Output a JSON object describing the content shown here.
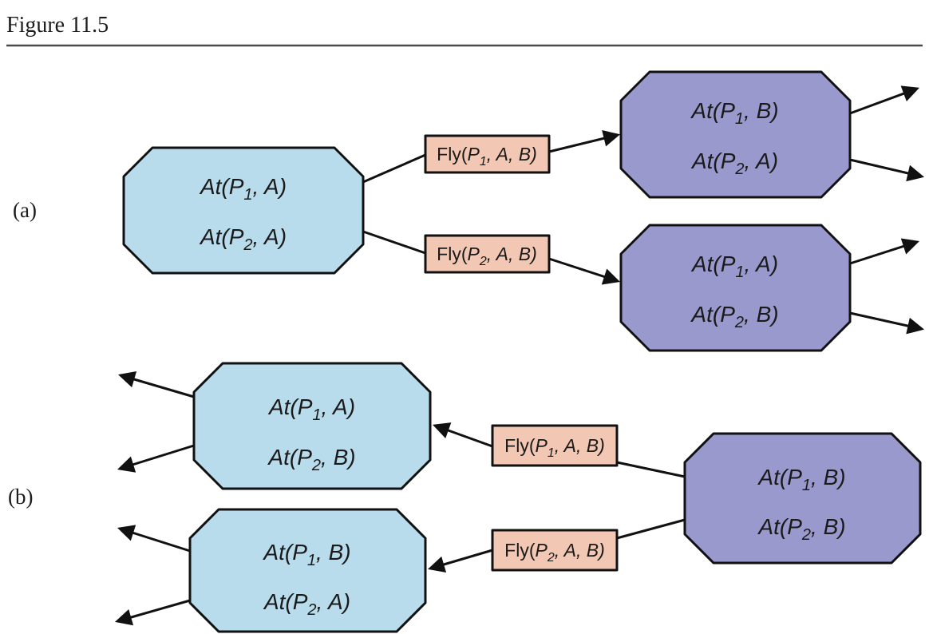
{
  "figure": {
    "title": "Figure 11.5"
  },
  "colors": {
    "initial_state_fill": "#b9dcec",
    "result_state_fill": "#9a99cd",
    "action_fill": "#f2c7b3",
    "outline": "#111111"
  },
  "panel_a": {
    "label": "(a)",
    "initial_state": {
      "lines": [
        {
          "pre": "At(P",
          "sub": "1",
          "post": ", A)"
        },
        {
          "pre": "At(P",
          "sub": "2",
          "post": ", A)"
        }
      ]
    },
    "action_1": {
      "fn": "Fly(",
      "arg": "P",
      "sub": "1",
      "rest": ", A, B)"
    },
    "action_2": {
      "fn": "Fly(",
      "arg": "P",
      "sub": "2",
      "rest": ", A, B)"
    },
    "result_1": {
      "lines": [
        {
          "pre": "At(P",
          "sub": "1",
          "post": ", B)"
        },
        {
          "pre": "At(P",
          "sub": "2",
          "post": ", A)"
        }
      ]
    },
    "result_2": {
      "lines": [
        {
          "pre": "At(P",
          "sub": "1",
          "post": ", A)"
        },
        {
          "pre": "At(P",
          "sub": "2",
          "post": ", B)"
        }
      ]
    }
  },
  "panel_b": {
    "label": "(b)",
    "predecessor_1": {
      "lines": [
        {
          "pre": "At(P",
          "sub": "1",
          "post": ", A)"
        },
        {
          "pre": "At(P",
          "sub": "2",
          "post": ", B)"
        }
      ]
    },
    "predecessor_2": {
      "lines": [
        {
          "pre": "At(P",
          "sub": "1",
          "post": ", B)"
        },
        {
          "pre": "At(P",
          "sub": "2",
          "post": ", A)"
        }
      ]
    },
    "action_1": {
      "fn": "Fly(",
      "arg": "P",
      "sub": "1",
      "rest": ", A, B)"
    },
    "action_2": {
      "fn": "Fly(",
      "arg": "P",
      "sub": "2",
      "rest": ", A, B)"
    },
    "goal_state": {
      "lines": [
        {
          "pre": "At(P",
          "sub": "1",
          "post": ", B)"
        },
        {
          "pre": "At(P",
          "sub": "2",
          "post": ", B)"
        }
      ]
    }
  }
}
